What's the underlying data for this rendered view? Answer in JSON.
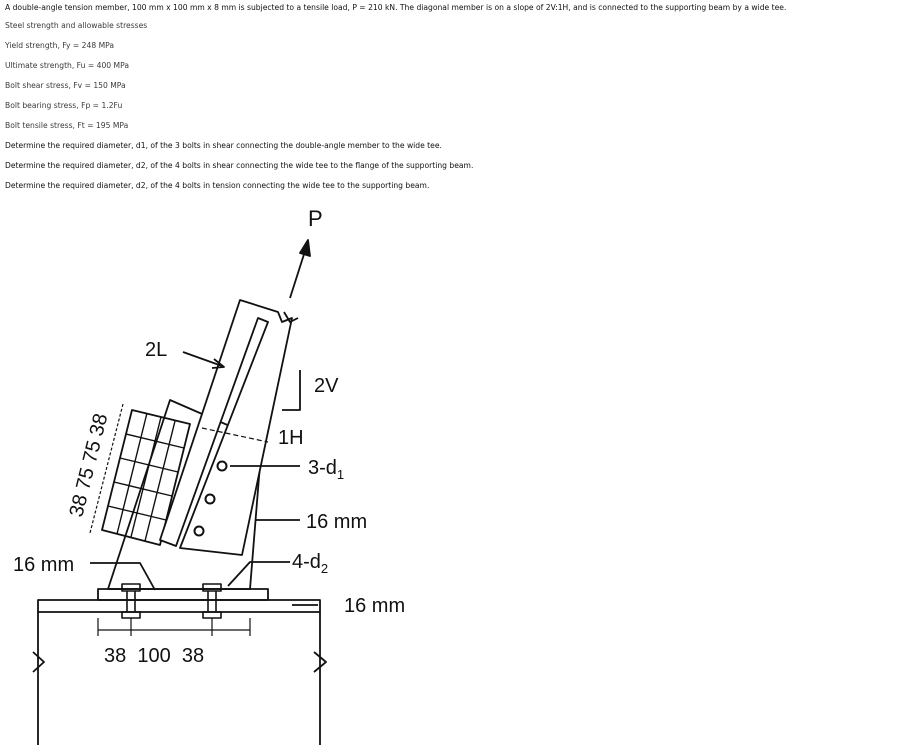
{
  "problem": {
    "statement": "A double-angle tension member, 100 mm x 100 mm x 8 mm is subjected to a tensile load, P = 210 kN. The diagonal member is on a slope of 2V:1H, and is connected to the supporting beam by a wide tee.",
    "steel_heading": "Steel strength and allowable stresses",
    "yield": "Yield strength, Fy = 248 MPa",
    "ultimate": "Ultimate strength, Fu = 400 MPa",
    "bolt_shear": "Bolt shear stress, Fv = 150 MPa",
    "bolt_bearing": "Bolt bearing stress, Fp = 1.2Fu",
    "bolt_tensile": "Bolt tensile stress, Ft = 195 MPa",
    "q1": "Determine the required diameter, d1, of the 3 bolts in shear connecting the double-angle member to the wide tee.",
    "q2": "Determine the required diameter, d2, of the 4 bolts in shear connecting the wide tee to the flange of the supporting beam.",
    "q3": "Determine the required diameter, d2, of the 4 bolts in tension connecting the wide tee to the supporting beam."
  },
  "figure": {
    "load": "P",
    "member": "2L",
    "slope_v": "2V",
    "slope_h": "1H",
    "bolts_d1": "3-d",
    "bolts_d1_sub": "1",
    "bolts_d2": "4-d",
    "bolts_d2_sub": "2",
    "stem_thickness": "16 mm",
    "flange_thickness_left": "16 mm",
    "beam_flange": "16 mm",
    "spacing_angle": "38 75 75 38",
    "spacing_base": "38  100  38"
  }
}
